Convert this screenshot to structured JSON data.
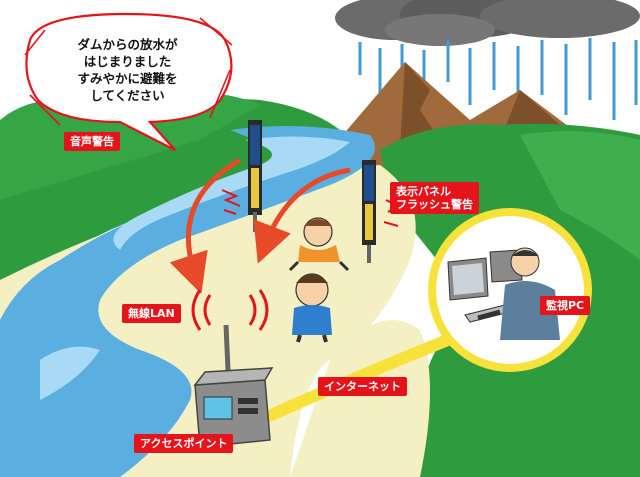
{
  "bubble": {
    "lines": [
      "ダムからの放水が",
      "はじまりました",
      "すみやかに避難を",
      "してください"
    ]
  },
  "labels": {
    "voice_warning": "音声警告",
    "display_panel_line1": "表示パネル",
    "display_panel_line2": "フラッシュ警告",
    "wireless_lan": "無線LAN",
    "internet": "インターネット",
    "access_point": "アクセスポイント",
    "monitoring_pc": "監視PC"
  },
  "colors": {
    "river": "#5aaee0",
    "river_light": "#a9daf5",
    "forest": "#2e9b3e",
    "sand": "#f4f0c4",
    "label_red": "#e5141b",
    "network_line": "#f6e23a",
    "alarm_arrow": "#e64a28"
  }
}
